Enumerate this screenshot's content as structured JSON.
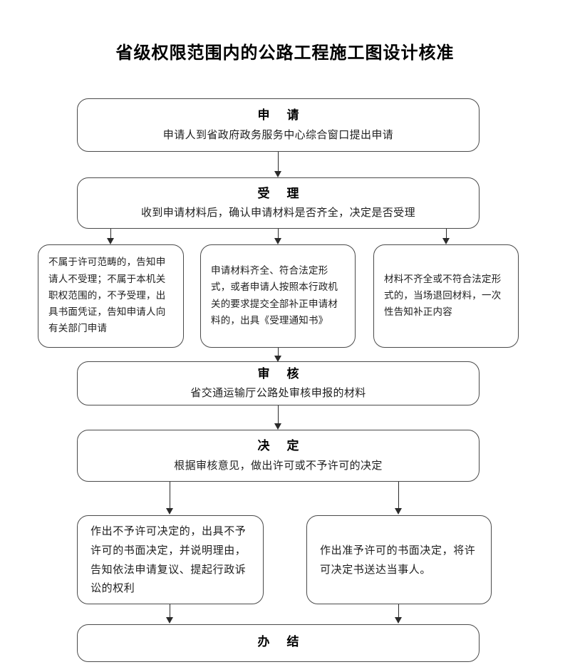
{
  "page": {
    "title": "省级权限范围内的公路工程施工图设计核准",
    "type": "administrative-approval-flowchart"
  },
  "flow": {
    "nodes": [
      {
        "id": "apply",
        "title": "申  请",
        "body": "申请人到省政府政务服务中心综合窗口提出申请"
      },
      {
        "id": "accept",
        "title": "受  理",
        "body": "收到申请材料后，确认申请材料是否齐全，决定是否受理"
      },
      {
        "id": "branch-reject",
        "title": "",
        "body": "不属于许可范畴的，告知申请人不受理；不属于本机关职权范围的，不予受理，出具书面凭证，告知申请人向有关部门申请"
      },
      {
        "id": "branch-accept",
        "title": "",
        "body": "申请材料齐全、符合法定形式，或者申请人按照本行政机关的要求提交全部补正申请材料的，出具《受理通知书》"
      },
      {
        "id": "branch-return",
        "title": "",
        "body": "材料不齐全或不符合法定形式的，当场退回材料，一次性告知补正内容"
      },
      {
        "id": "review",
        "title": "审  核",
        "body": "省交通运输厅公路处审核申报的材料"
      },
      {
        "id": "decision",
        "title": "决  定",
        "body": "根据审核意见，做出许可或不予许可的决定"
      },
      {
        "id": "outcome-deny",
        "title": "",
        "body": "作出不予许可决定的，出具不予许可的书面决定，并说明理由，告知依法申请复议、提起行政诉讼的权利"
      },
      {
        "id": "outcome-approve",
        "title": "",
        "body": "作出准予许可的书面决定，将许可决定书送达当事人。"
      },
      {
        "id": "finish",
        "title": "办  结",
        "body": ""
      }
    ]
  },
  "colors": {
    "node_border": "#4a4a4a",
    "connector": "#2b2b2b",
    "text": "#141414",
    "background": "#ffffff"
  }
}
